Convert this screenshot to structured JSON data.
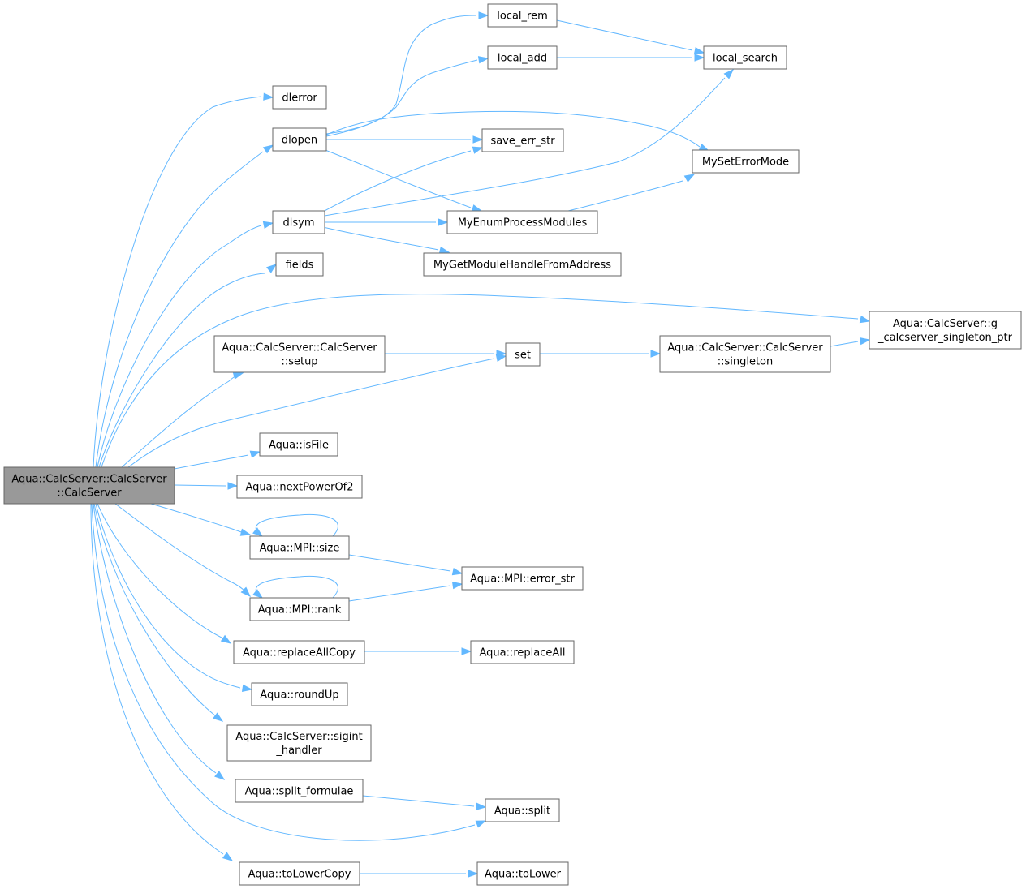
{
  "nodes": {
    "calcserver": [
      "Aqua::CalcServer::CalcServer",
      "::CalcServer"
    ],
    "dlerror": [
      "dlerror"
    ],
    "dlopen": [
      "dlopen"
    ],
    "dlsym": [
      "dlsym"
    ],
    "fields": [
      "fields"
    ],
    "setup": [
      "Aqua::CalcServer::CalcServer",
      "::setup"
    ],
    "isfile": [
      "Aqua::isFile"
    ],
    "nextpow2": [
      "Aqua::nextPowerOf2"
    ],
    "mpisize": [
      "Aqua::MPI::size"
    ],
    "mpirank": [
      "Aqua::MPI::rank"
    ],
    "replaceallcopy": [
      "Aqua::replaceAllCopy"
    ],
    "roundup": [
      "Aqua::roundUp"
    ],
    "sigint": [
      "Aqua::CalcServer::sigint",
      "_handler"
    ],
    "splitformulae": [
      "Aqua::split_formulae"
    ],
    "tolowercopy": [
      "Aqua::toLowerCopy"
    ],
    "local_rem": [
      "local_rem"
    ],
    "local_add": [
      "local_add"
    ],
    "save_err_str": [
      "save_err_str"
    ],
    "myenum": [
      "MyEnumProcessModules"
    ],
    "mygetmod": [
      "MyGetModuleHandleFromAddress"
    ],
    "set": [
      "set"
    ],
    "errorstr": [
      "Aqua::MPI::error_str"
    ],
    "replaceall": [
      "Aqua::replaceAll"
    ],
    "split": [
      "Aqua::split"
    ],
    "tolower": [
      "Aqua::toLower"
    ],
    "local_search": [
      "local_search"
    ],
    "myseterror": [
      "MySetErrorMode"
    ],
    "singleton": [
      "Aqua::CalcServer::CalcServer",
      "::singleton"
    ],
    "gptr": [
      "Aqua::CalcServer::g",
      "_calcserver_singleton_ptr"
    ]
  },
  "colors": {
    "edge": "#63b8ff",
    "node_border": "#666666",
    "root_fill": "#999999",
    "node_fill": "#ffffff"
  }
}
